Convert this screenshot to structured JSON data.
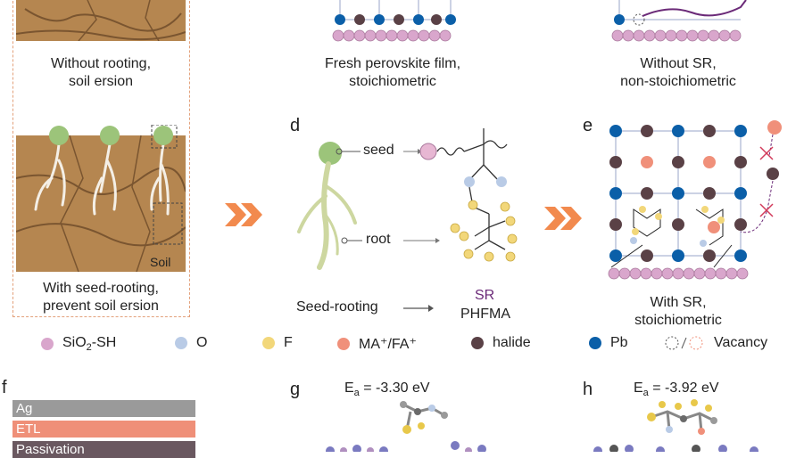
{
  "panel_a": {
    "caption_top_1": "Without rooting,",
    "caption_top_2": "soil ersion",
    "caption_bottom_1": "With seed-rooting,",
    "caption_bottom_2": "prevent soil ersion",
    "soil_label": "Soil"
  },
  "panel_b": {
    "caption_1": "Fresh perovskite film,",
    "caption_2": "stoichiometric"
  },
  "panel_c": {
    "caption_1": "Without SR,",
    "caption_2": "non-stoichiometric"
  },
  "panel_d": {
    "letter": "d",
    "seed_label": "seed",
    "root_label": "root",
    "seed_rooting": "Seed-rooting",
    "sr_label": "SR",
    "phfma_label": "PHFMA"
  },
  "panel_e": {
    "letter": "e",
    "caption_1": "With SR,",
    "caption_2": "stoichiometric"
  },
  "legend": {
    "items": [
      {
        "label": "SiO",
        "sub": "2",
        "suffix": "-SH",
        "color": "#d9a6cc"
      },
      {
        "label": "O",
        "sub": "",
        "suffix": "",
        "color": "#b9cbe6"
      },
      {
        "label": "F",
        "sub": "",
        "suffix": "",
        "color": "#f2d77a"
      },
      {
        "label": "MA⁺/FA⁺",
        "sub": "",
        "suffix": "",
        "color": "#f0907a"
      },
      {
        "label": "halide",
        "sub": "",
        "suffix": "",
        "color": "#5a4146"
      },
      {
        "label": "Pb",
        "sub": "",
        "suffix": "",
        "color": "#0b5fa8"
      }
    ],
    "vacancy_label": "Vacancy"
  },
  "panel_f": {
    "letter": "f",
    "layers": [
      {
        "name": "Ag",
        "color": "#9a9a9a"
      },
      {
        "name": "ETL",
        "color": "#ef8f78"
      },
      {
        "name": "Passivation",
        "color": "#6a5860"
      }
    ]
  },
  "panel_g": {
    "letter": "g",
    "ea_prefix": "E",
    "ea_sub": "a",
    "ea_value": " = -3.30 eV"
  },
  "panel_h": {
    "letter": "h",
    "ea_prefix": "E",
    "ea_sub": "a",
    "ea_value": " = -3.92 eV"
  },
  "colors": {
    "pb": "#0b5fa8",
    "halide": "#5a4146",
    "sio2": "#d9a6cc",
    "ma": "#f0907a",
    "chevron": "#f28a4e",
    "soil": "#b58650",
    "seed": "#9cc47a",
    "purple_line": "#6b2a78"
  }
}
